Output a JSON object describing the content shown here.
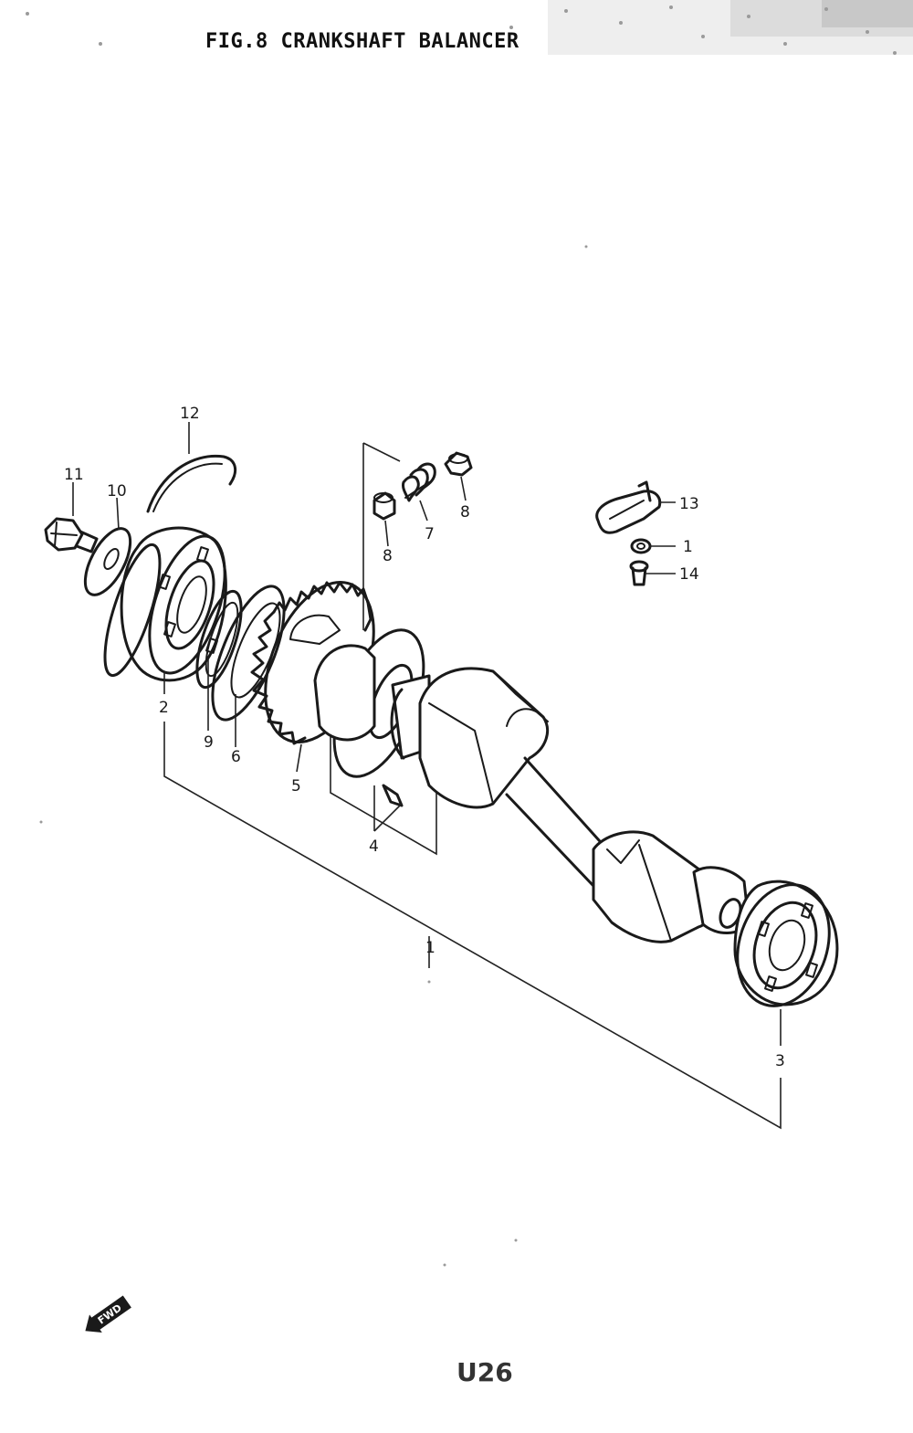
{
  "title": "FIG.8 CRANKSHAFT BALANCER",
  "page_code": "U26",
  "fwd_badge": "FWD",
  "callouts": {
    "c1": "1",
    "c2": "2",
    "c3": "3",
    "c4": "4",
    "c5": "5",
    "c6": "6",
    "c7": "7",
    "c8a": "8",
    "c8b": "8",
    "c9": "9",
    "c10": "10",
    "c11": "11",
    "c12": "12",
    "c13": "13",
    "c14": "14",
    "c15": "1"
  }
}
